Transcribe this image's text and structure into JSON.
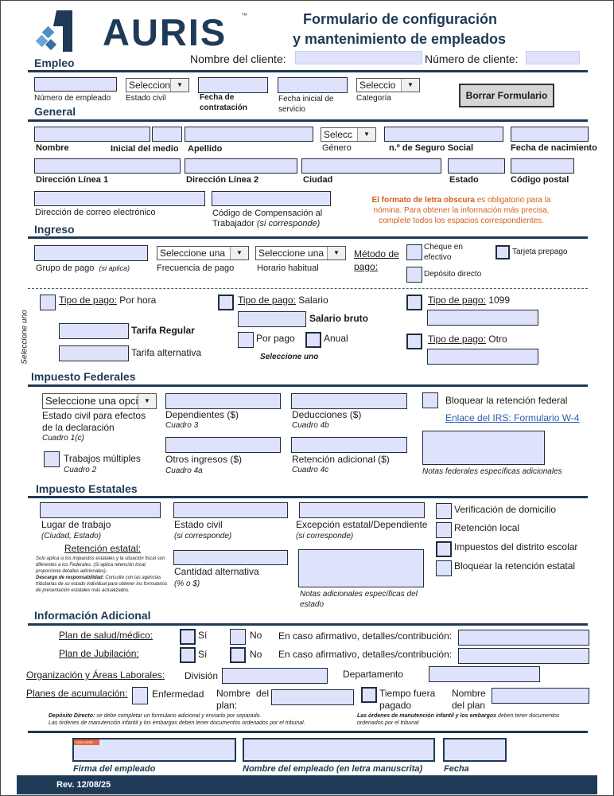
{
  "logo": {
    "text": "AURIS",
    "tm": "™"
  },
  "title": {
    "line1": "Formulario de configuración",
    "line2": "y mantenimiento de empleados"
  },
  "client": {
    "name_label": "Nombre del cliente:",
    "number_label": "Número de cliente:"
  },
  "empleo": {
    "heading": "Empleo",
    "employee_number": "Número de empleado",
    "civil_select": "Seleccion",
    "civil_label": "Estado civil",
    "hire_date": "Fecha de contratación",
    "service_date": "Fecha inicial de servicio",
    "category_select": "Seleccio",
    "category_label": "Categoría",
    "clear_button": "Borrar Formulario"
  },
  "general": {
    "heading": "General",
    "gender_select": "Selecc",
    "name": "Nombre",
    "middle": "Inicial del medio",
    "last": "Apellido",
    "gender": "Género",
    "ssn": "n.º de Seguro Social",
    "dob": "Fecha de nacimiento",
    "addr1": "Dirección Línea 1",
    "addr2": "Dirección Línea 2",
    "city": "Ciudad",
    "state": "Estado",
    "zip": "Código postal",
    "email": "Dirección de correo electrónico",
    "comp_code": "Código de Compensación al Trabajador",
    "comp_note": "(si corresponde)",
    "notice_bold": "El formato de letra obscura",
    "notice_rest": " es obligatorio para la nómina. Para obtener la información más precisa, complete todos los espacios correspondientes."
  },
  "ingreso": {
    "heading": "Ingreso",
    "pay_group": "Grupo de pago",
    "pay_group_note": "(si aplica)",
    "freq_select": "Seleccione una",
    "freq_label": "Frecuencia de pago",
    "hours_select": "Seleccione una",
    "hours_label": "Horario habitual",
    "method_label": "Método de pago:",
    "check": "Cheque en efectivo",
    "prepaid": "Tarjeta prepago",
    "direct": "Depósito directo",
    "choose_one_side": "Seleccione uno",
    "hourly_prefix": "Tipo de pago:",
    "hourly": "Por hora",
    "regular_rate": "Tarifa Regular",
    "alt_rate": "Tarifa alternativa",
    "salary_prefix": "Tipo de pago:",
    "salary": "Salario",
    "gross_salary": "Salario bruto",
    "per_pay": "Por pago",
    "annual": "Anual",
    "choose_one": "Seleccione uno",
    "t1099_prefix": "Tipo de pago:",
    "t1099": "1099",
    "other_prefix": "Tipo de pago:",
    "other": "Otro"
  },
  "federal": {
    "heading": "Impuesto Federales",
    "filing_select": "Seleccione una opci",
    "filing_label": "Estado civil para efectos de la declaración",
    "filing_box": "Cuadro 1(c)",
    "dependents": "Dependientes ($)",
    "dependents_box": "Cuadro 3",
    "deductions": "Deducciones ($)",
    "deductions_box": "Cuadro 4b",
    "block": "Bloquear la retención federal",
    "irs_link": "Enlace del IRS: Formulario W-4",
    "multiple_jobs": "Trabajos múltiples",
    "multiple_box": "Cuadro 2",
    "other_income": "Otros ingresos ($)",
    "other_income_box": "Cuadro 4a",
    "extra_withholding": "Retención adicional ($)",
    "extra_box": "Cuadro 4c",
    "notes": "Notas federales específicas adicionales"
  },
  "state": {
    "heading": "Impuesto Estatales",
    "workplace": "Lugar de trabajo",
    "workplace_note": "(Ciudad, Estado)",
    "civil": "Estado civil",
    "civil_note": "(si corresponde)",
    "exemption": "Excepción estatal/Dependiente",
    "exemption_note": "(si corresponde)",
    "verify": "Verificación de domicilio",
    "local": "Retención local",
    "school": "Impuestos del distrito escolar",
    "block": "Bloquear la retención estatal",
    "withholding_title": "Retención estatal:",
    "withholding_note": "Solo aplica si los impuestos estatales y la situación fiscal son diferentes a los Federales. (Si aplica retención local, proporcione detalles adicionales).",
    "disclaimer_bold": "Descargo de responsabilidad:",
    "disclaimer": " Consulte con las agencias tributarias de su estado individual para obtener los formularios de presentación estatales más actualizados.",
    "alt_amount": "Cantidad alternativa",
    "alt_amount_note": "(% o $)",
    "notes": "Notas adicionales específicas del estado"
  },
  "additional": {
    "heading": "Información Adicional",
    "health": "Plan de salud/médico:",
    "retire": "Plan de Jubilación:",
    "yes": "Sí",
    "no": "No",
    "if_yes": "En caso afirmativo, detalles/contribución:",
    "org": "Organización y Áreas Laborales:",
    "division": "División",
    "department": "Departamento",
    "accrual": "Planes de acumulación:",
    "sick": "Enfermedad",
    "plan_name": "Nombre del plan:",
    "pto": "Tiempo fuera pagado",
    "plan_name2": "Nombre del plan",
    "direct_note_bold": "Depósito Directo:",
    "direct_note": " se debe completar un formulario adicional y enviarlo por separado.",
    "child_note_left": "Las órdenes de manutención infantil y los embargos deben tener documentos ordenados por el tribunal.",
    "child_note_right_bold": "Las órdenes de manutención infantil y los embargos",
    "child_note_right": " deben tener documentos ordenados por el tribunal"
  },
  "signature": {
    "sign_tag": "SIGN HERE",
    "employee_sig": "Firma del empleado",
    "employee_name": "Nombre del empleado (en letra manuscrita)",
    "date": "Fecha"
  },
  "footer": {
    "rev": "Rev. 12/08/25"
  },
  "colors": {
    "navy": "#1f3a56",
    "field": "#dfe2fb",
    "notice": "#d4601a",
    "link": "#2a5db0"
  }
}
